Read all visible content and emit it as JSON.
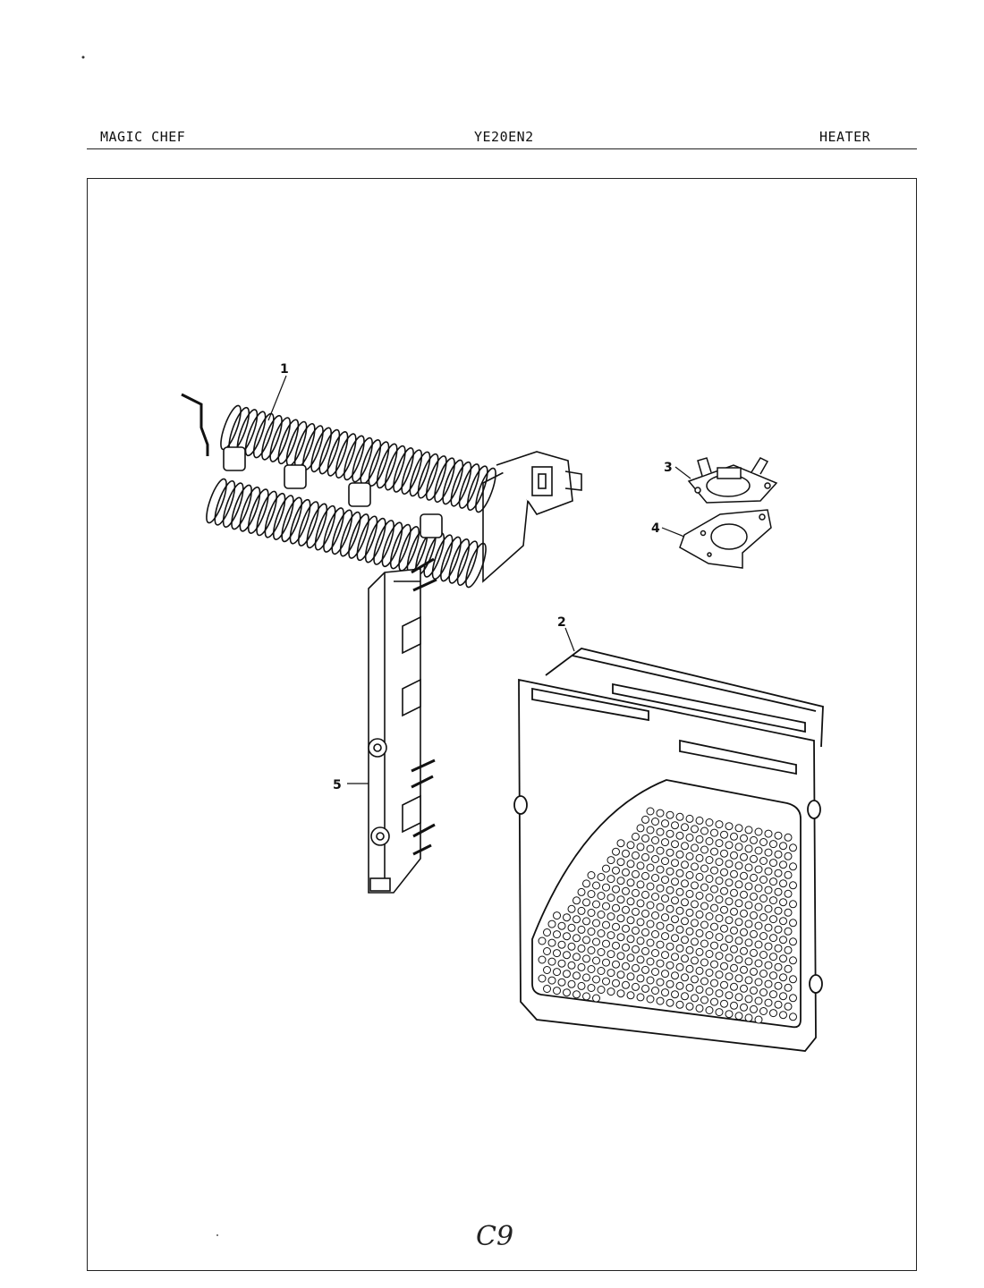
{
  "header": {
    "brand": "MAGIC CHEF",
    "model": "YE20EN2",
    "section": "HEATER"
  },
  "diagram": {
    "parts": [
      {
        "callout": "1",
        "icon": "heater-coil-element"
      },
      {
        "callout": "2",
        "icon": "heater-housing-box"
      },
      {
        "callout": "3",
        "icon": "thermostat-disc"
      },
      {
        "callout": "4",
        "icon": "thermostat-bracket"
      },
      {
        "callout": "5",
        "icon": "terminal-block"
      }
    ]
  },
  "page_code": "C9"
}
